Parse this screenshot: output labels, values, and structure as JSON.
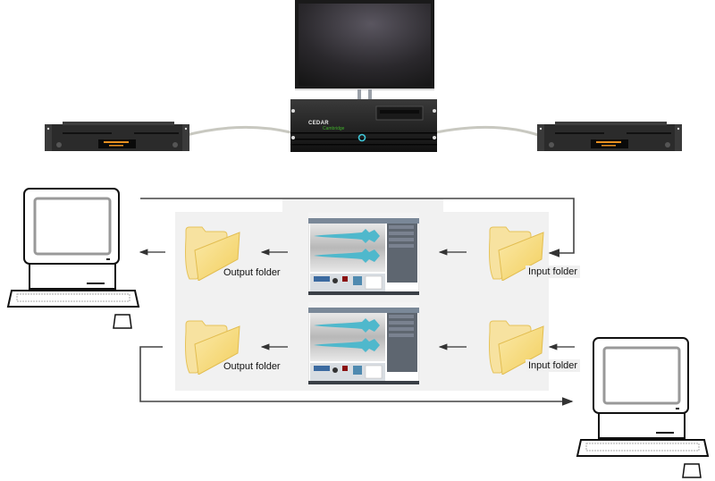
{
  "diagram": {
    "title": "CEDAR Cambridge batch processing workflow",
    "brand": {
      "name": "CEDAR",
      "sub": "Cambridge"
    },
    "devices": {
      "monitor": "display-monitor",
      "server": "cedar-cambridge-server",
      "recorder_left": "cd-recorder-left",
      "recorder_right": "cd-recorder-right",
      "workstation_left": "client-workstation-left",
      "workstation_right": "client-workstation-right"
    },
    "rows": [
      {
        "output_label": "Output folder",
        "input_label": "Input folder",
        "app": "cambridge-app-window-1"
      },
      {
        "output_label": "Output folder",
        "input_label": "Input folder",
        "app": "cambridge-app-window-2"
      }
    ],
    "colors": {
      "panel": "#f1f1f1",
      "connector": "#444444",
      "waveform": "#4fb8cc",
      "folder": "#f6d97a",
      "server": "#222222",
      "accent": "#3fae2a"
    }
  }
}
